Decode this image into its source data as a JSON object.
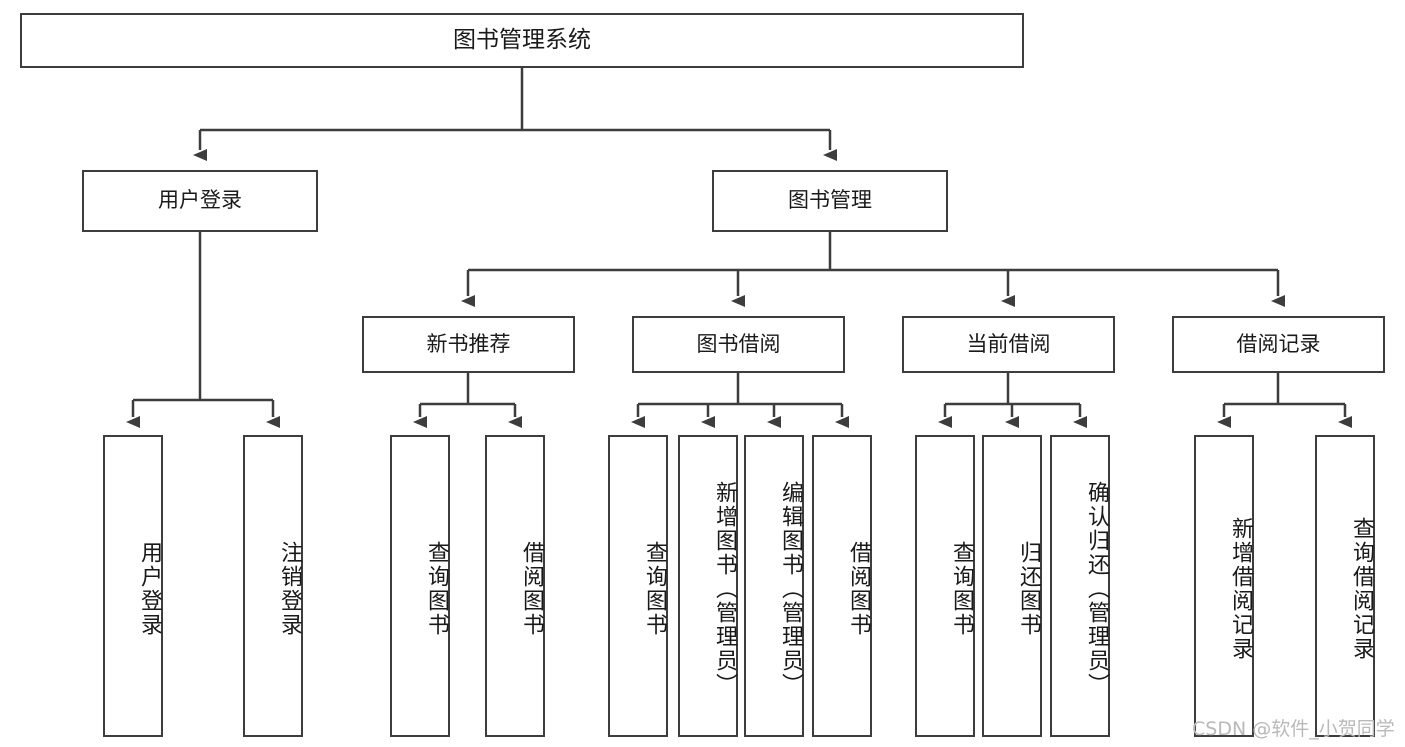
{
  "diagram": {
    "title": "图书管理系统",
    "root": {
      "label": "图书管理系统"
    },
    "level1": [
      {
        "label": "用户登录"
      },
      {
        "label": "图书管理"
      }
    ],
    "level2": [
      {
        "label": "新书推荐"
      },
      {
        "label": "图书借阅"
      },
      {
        "label": "当前借阅"
      },
      {
        "label": "借阅记录"
      }
    ],
    "leaves": {
      "user_login": [
        {
          "label": "用户登录"
        },
        {
          "label": "注销登录"
        }
      ],
      "new_book_recommend": [
        {
          "label": "查询图书"
        },
        {
          "label": "借阅图书"
        }
      ],
      "book_borrow": [
        {
          "label": "查询图书"
        },
        {
          "label": "新增图书（管理员）"
        },
        {
          "label": "编辑图书（管理员）"
        },
        {
          "label": "借阅图书"
        }
      ],
      "current_borrow": [
        {
          "label": "查询图书"
        },
        {
          "label": "归还图书"
        },
        {
          "label": "确认归还（管理员）"
        }
      ],
      "borrow_record": [
        {
          "label": "新增借阅记录"
        },
        {
          "label": "查询借阅记录"
        }
      ]
    }
  },
  "watermark": {
    "text": "CSDN @软件_小贺同学"
  },
  "colors": {
    "border": "#3d3d3d",
    "background": "#ffffff",
    "text": "#1a1a1a",
    "watermark": "#b9b9b9"
  }
}
